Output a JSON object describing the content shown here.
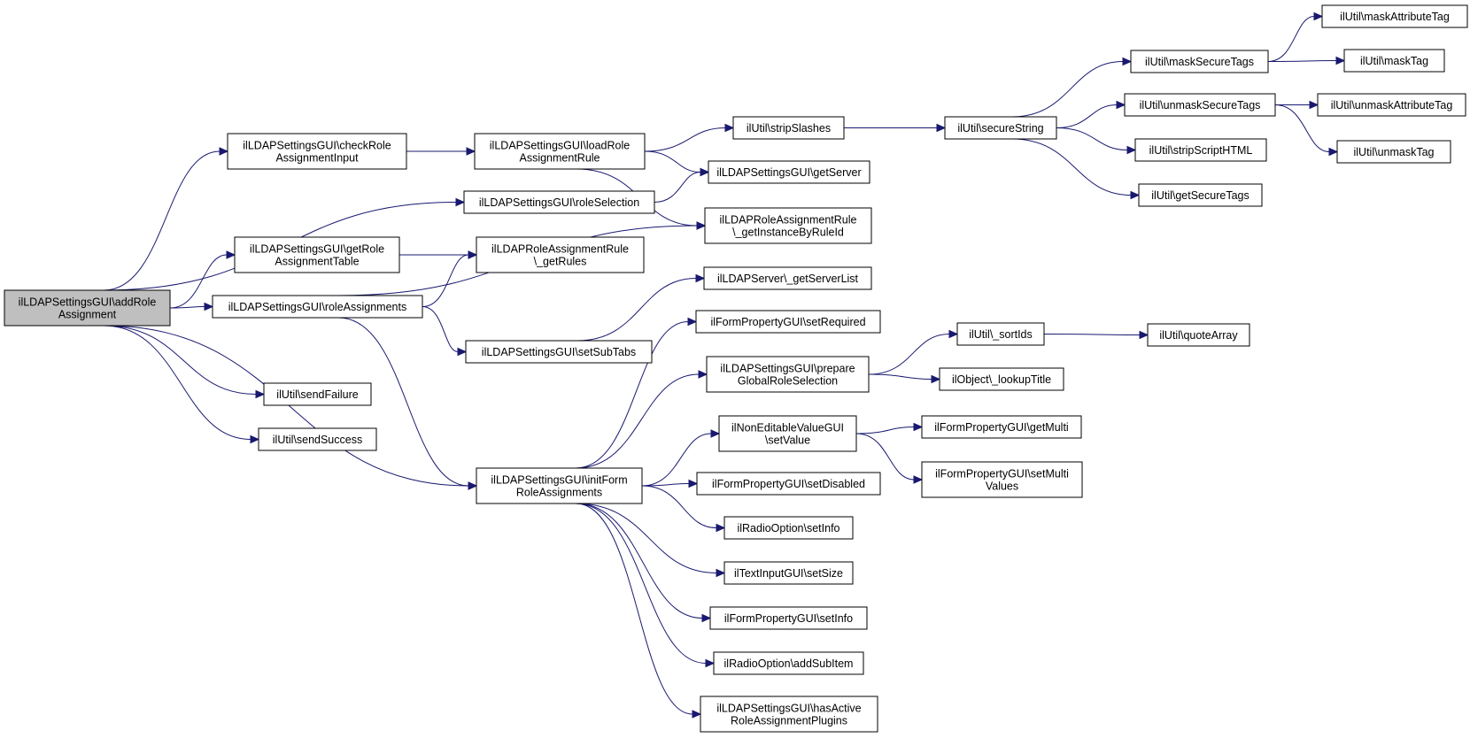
{
  "graph": {
    "nodes": [
      {
        "id": "addRoleAssignment",
        "lines": [
          "ilLDAPSettingsGUI\\addRole",
          "Assignment"
        ],
        "root": true
      },
      {
        "id": "checkRoleAssignmentInput",
        "lines": [
          "ilLDAPSettingsGUI\\checkRole",
          "AssignmentInput"
        ]
      },
      {
        "id": "getRoleAssignmentTable",
        "lines": [
          "ilLDAPSettingsGUI\\getRole",
          "AssignmentTable"
        ]
      },
      {
        "id": "roleAssignments",
        "lines": [
          "ilLDAPSettingsGUI\\roleAssignments"
        ]
      },
      {
        "id": "sendFailure",
        "lines": [
          "ilUtil\\sendFailure"
        ]
      },
      {
        "id": "sendSuccess",
        "lines": [
          "ilUtil\\sendSuccess"
        ]
      },
      {
        "id": "loadRoleAssignmentRule",
        "lines": [
          "ilLDAPSettingsGUI\\loadRole",
          "AssignmentRule"
        ]
      },
      {
        "id": "roleSelection",
        "lines": [
          "ilLDAPSettingsGUI\\roleSelection"
        ]
      },
      {
        "id": "getRules",
        "lines": [
          "ilLDAPRoleAssignmentRule",
          "\\_getRules"
        ]
      },
      {
        "id": "setSubTabs",
        "lines": [
          "ilLDAPSettingsGUI\\setSubTabs"
        ]
      },
      {
        "id": "initFormRoleAssignments",
        "lines": [
          "ilLDAPSettingsGUI\\initForm",
          "RoleAssignments"
        ]
      },
      {
        "id": "stripSlashes",
        "lines": [
          "ilUtil\\stripSlashes"
        ]
      },
      {
        "id": "getServer",
        "lines": [
          "ilLDAPSettingsGUI\\getServer"
        ]
      },
      {
        "id": "getInstanceByRuleId",
        "lines": [
          "ilLDAPRoleAssignmentRule",
          "\\_getInstanceByRuleId"
        ]
      },
      {
        "id": "getServerList",
        "lines": [
          "ilLDAPServer\\_getServerList"
        ]
      },
      {
        "id": "setRequired",
        "lines": [
          "ilFormPropertyGUI\\setRequired"
        ]
      },
      {
        "id": "prepareGlobalRoleSelection",
        "lines": [
          "ilLDAPSettingsGUI\\prepare",
          "GlobalRoleSelection"
        ]
      },
      {
        "id": "setValue",
        "lines": [
          "ilNonEditableValueGUI",
          "\\setValue"
        ]
      },
      {
        "id": "setDisabled",
        "lines": [
          "ilFormPropertyGUI\\setDisabled"
        ]
      },
      {
        "id": "radioSetInfo",
        "lines": [
          "ilRadioOption\\setInfo"
        ]
      },
      {
        "id": "setSize",
        "lines": [
          "ilTextInputGUI\\setSize"
        ]
      },
      {
        "id": "formSetInfo",
        "lines": [
          "ilFormPropertyGUI\\setInfo"
        ]
      },
      {
        "id": "addSubItem",
        "lines": [
          "ilRadioOption\\addSubItem"
        ]
      },
      {
        "id": "hasActiveRoleAssignmentPlugins",
        "lines": [
          "ilLDAPSettingsGUI\\hasActive",
          "RoleAssignmentPlugins"
        ]
      },
      {
        "id": "secureString",
        "lines": [
          "ilUtil\\secureString"
        ]
      },
      {
        "id": "sortIds",
        "lines": [
          "ilUtil\\_sortIds"
        ]
      },
      {
        "id": "lookupTitle",
        "lines": [
          "ilObject\\_lookupTitle"
        ]
      },
      {
        "id": "getMulti",
        "lines": [
          "ilFormPropertyGUI\\getMulti"
        ]
      },
      {
        "id": "setMultiValues",
        "lines": [
          "ilFormPropertyGUI\\setMulti",
          "Values"
        ]
      },
      {
        "id": "maskSecureTags",
        "lines": [
          "ilUtil\\maskSecureTags"
        ]
      },
      {
        "id": "unmaskSecureTags",
        "lines": [
          "ilUtil\\unmaskSecureTags"
        ]
      },
      {
        "id": "stripScriptHTML",
        "lines": [
          "ilUtil\\stripScriptHTML"
        ]
      },
      {
        "id": "getSecureTags",
        "lines": [
          "ilUtil\\getSecureTags"
        ]
      },
      {
        "id": "quoteArray",
        "lines": [
          "ilUtil\\quoteArray"
        ]
      },
      {
        "id": "maskAttributeTag",
        "lines": [
          "ilUtil\\maskAttributeTag"
        ]
      },
      {
        "id": "maskTag",
        "lines": [
          "ilUtil\\maskTag"
        ]
      },
      {
        "id": "unmaskAttributeTag",
        "lines": [
          "ilUtil\\unmaskAttributeTag"
        ]
      },
      {
        "id": "unmaskTag",
        "lines": [
          "ilUtil\\unmaskTag"
        ]
      }
    ],
    "edges": [
      {
        "from": "addRoleAssignment",
        "to": "checkRoleAssignmentInput"
      },
      {
        "from": "addRoleAssignment",
        "to": "roleSelection"
      },
      {
        "from": "addRoleAssignment",
        "to": "getRoleAssignmentTable"
      },
      {
        "from": "addRoleAssignment",
        "to": "roleAssignments"
      },
      {
        "from": "addRoleAssignment",
        "to": "initFormRoleAssignments"
      },
      {
        "from": "addRoleAssignment",
        "to": "sendFailure"
      },
      {
        "from": "addRoleAssignment",
        "to": "sendSuccess"
      },
      {
        "from": "checkRoleAssignmentInput",
        "to": "loadRoleAssignmentRule"
      },
      {
        "from": "loadRoleAssignmentRule",
        "to": "stripSlashes"
      },
      {
        "from": "loadRoleAssignmentRule",
        "to": "getServer"
      },
      {
        "from": "loadRoleAssignmentRule",
        "to": "getInstanceByRuleId"
      },
      {
        "from": "roleSelection",
        "to": "getServer"
      },
      {
        "from": "getRoleAssignmentTable",
        "to": "getRules"
      },
      {
        "from": "roleAssignments",
        "to": "getRules"
      },
      {
        "from": "roleAssignments",
        "to": "getInstanceByRuleId"
      },
      {
        "from": "roleAssignments",
        "to": "setSubTabs"
      },
      {
        "from": "roleAssignments",
        "to": "initFormRoleAssignments"
      },
      {
        "from": "setSubTabs",
        "to": "getServerList"
      },
      {
        "from": "initFormRoleAssignments",
        "to": "setRequired"
      },
      {
        "from": "initFormRoleAssignments",
        "to": "prepareGlobalRoleSelection"
      },
      {
        "from": "initFormRoleAssignments",
        "to": "setValue"
      },
      {
        "from": "initFormRoleAssignments",
        "to": "setDisabled"
      },
      {
        "from": "initFormRoleAssignments",
        "to": "radioSetInfo"
      },
      {
        "from": "initFormRoleAssignments",
        "to": "setSize"
      },
      {
        "from": "initFormRoleAssignments",
        "to": "formSetInfo"
      },
      {
        "from": "initFormRoleAssignments",
        "to": "addSubItem"
      },
      {
        "from": "initFormRoleAssignments",
        "to": "hasActiveRoleAssignmentPlugins"
      },
      {
        "from": "stripSlashes",
        "to": "secureString"
      },
      {
        "from": "secureString",
        "to": "maskSecureTags"
      },
      {
        "from": "secureString",
        "to": "unmaskSecureTags"
      },
      {
        "from": "secureString",
        "to": "stripScriptHTML"
      },
      {
        "from": "secureString",
        "to": "getSecureTags"
      },
      {
        "from": "maskSecureTags",
        "to": "maskAttributeTag"
      },
      {
        "from": "maskSecureTags",
        "to": "maskTag"
      },
      {
        "from": "unmaskSecureTags",
        "to": "unmaskAttributeTag"
      },
      {
        "from": "unmaskSecureTags",
        "to": "unmaskTag"
      },
      {
        "from": "prepareGlobalRoleSelection",
        "to": "sortIds"
      },
      {
        "from": "prepareGlobalRoleSelection",
        "to": "lookupTitle"
      },
      {
        "from": "sortIds",
        "to": "quoteArray"
      },
      {
        "from": "setValue",
        "to": "getMulti"
      },
      {
        "from": "setValue",
        "to": "setMultiValues"
      }
    ]
  }
}
